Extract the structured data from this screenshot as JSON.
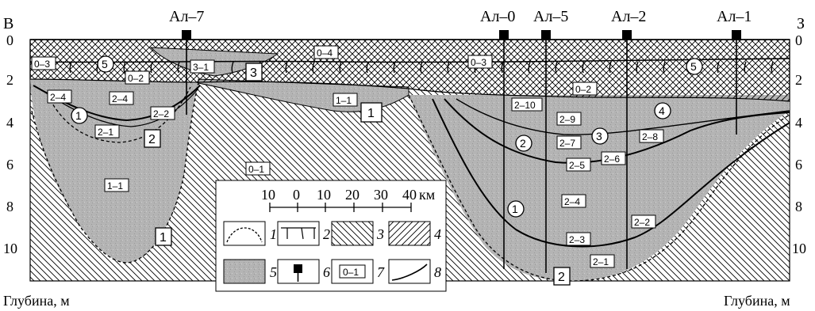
{
  "sides": {
    "left": "В",
    "right": "З"
  },
  "depth_axis_label": "Глубина, м",
  "depth_ticks": [
    "0",
    "2",
    "4",
    "6",
    "8",
    "10"
  ],
  "wells": [
    "Ал–7",
    "Ал–0",
    "Ал–5",
    "Ал–2",
    "Ал–1"
  ],
  "unit_labels": [
    "0–1",
    "0–2",
    "0–3",
    "0–4",
    "1–1",
    "2–1",
    "2–2",
    "2–3",
    "2–4",
    "2–5",
    "2–6",
    "2–7",
    "2–8",
    "2–9",
    "2–10",
    "3–1"
  ],
  "circle_labels": [
    "1",
    "2",
    "3",
    "4",
    "5"
  ],
  "scale": {
    "ticks": [
      "10",
      "0",
      "10",
      "20",
      "30",
      "40"
    ],
    "unit": "км"
  },
  "legend": {
    "numbers": [
      "1",
      "2",
      "3",
      "4",
      "5",
      "6",
      "7",
      "8"
    ],
    "sample_label": "0–1"
  },
  "colors": {
    "fill": "#b4b4b4",
    "line": "#000000",
    "background": "#ffffff"
  }
}
